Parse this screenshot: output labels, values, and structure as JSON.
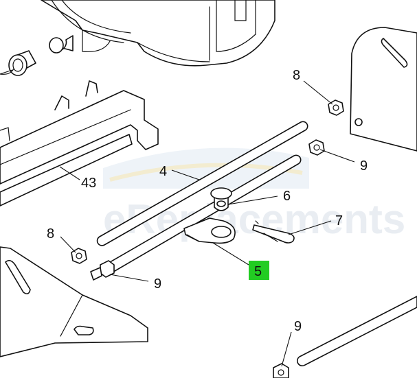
{
  "callouts": [
    {
      "id": "c43",
      "label": "43"
    },
    {
      "id": "c4",
      "label": "4"
    },
    {
      "id": "c6",
      "label": "6"
    },
    {
      "id": "c7",
      "label": "7"
    },
    {
      "id": "c5",
      "label": "5",
      "highlighted": true
    },
    {
      "id": "c8a",
      "label": "8"
    },
    {
      "id": "c8b",
      "label": "8"
    },
    {
      "id": "c9a",
      "label": "9"
    },
    {
      "id": "c9b",
      "label": "9"
    },
    {
      "id": "c9c",
      "label": "9"
    }
  ],
  "watermark": "eReplacements",
  "colors": {
    "highlight": "#22cc22",
    "line": "#111111",
    "background": "#ffffff",
    "watermark": "#e9edf2"
  }
}
